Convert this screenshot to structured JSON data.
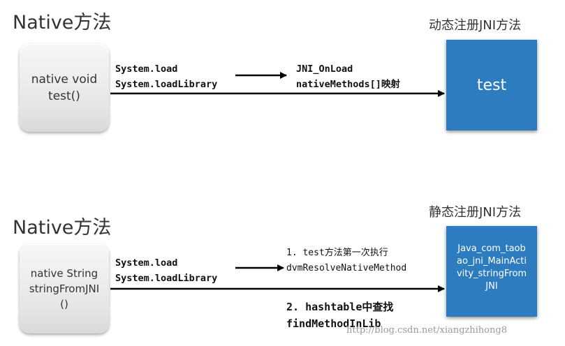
{
  "top": {
    "title": "Native方法",
    "right_title": "动态注册JNI方法",
    "left_box": "native void\ntest()",
    "call_line1": "System.load",
    "call_line2": "System.loadLibrary",
    "mid_line1": "JNI_OnLoad",
    "mid_line2": "nativeMethods[]映射",
    "right_box": "test"
  },
  "bottom": {
    "title": "Native方法",
    "right_title": "静态注册JNI方法",
    "left_box": "native String\nstringFromJNI\n()",
    "call_line1": "System.load",
    "call_line2": "System.loadLibrary",
    "step1_line1": "1. test方法第一次执行",
    "step1_line2": "dvmResolveNativeMethod",
    "step2_line1": "2. hashtable中查找",
    "step2_line2": "findMethodInLib",
    "right_box": "Java_com_taob\nao_jni_MainActi\nvity_stringFrom\nJNI"
  },
  "watermark": "http://blog.csdn.net/xiangzhihong8",
  "colors": {
    "blue_box": "#2d7cbf",
    "arrow": "#000000"
  }
}
